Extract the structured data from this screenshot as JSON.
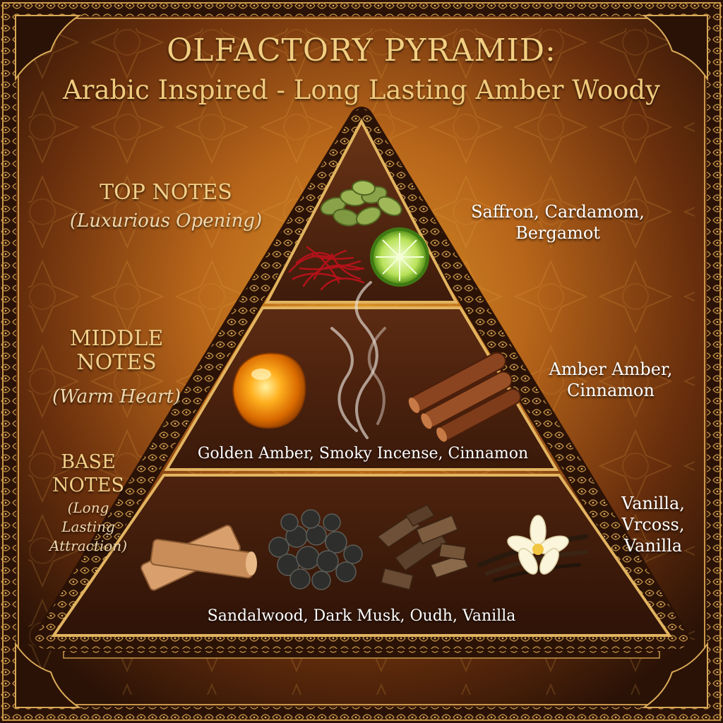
{
  "title": "OLFACTORY PYRAMID:",
  "subtitle": "Arabic Inspired - Long Lasting Amber Woody",
  "tiers": {
    "top": {
      "heading": "TOP NOTES",
      "subheading": "(Luxurious Opening)",
      "side_lines": [
        "Saffron, Cardamom,",
        "Bergamot"
      ]
    },
    "middle": {
      "heading_lines": [
        "MIDDLE",
        "NOTES"
      ],
      "subheading": "(Warm Heart)",
      "inner_label": "Golden Amber, Smoky Incense, Cinnamon",
      "side_lines": [
        "Amber Amber,",
        "Cinnamon"
      ]
    },
    "base": {
      "heading_lines": [
        "BASE",
        "NOTES"
      ],
      "subheading_lines": [
        "(Long",
        "Lasting",
        "Attraction)"
      ],
      "inner_label": "Sandalwood, Dark Musk, Oudh, Vanilla",
      "side_lines": [
        "Vanilla,",
        "Vrcoss,",
        "Vanilla"
      ]
    }
  },
  "ingredient_icons": {
    "top": [
      "cardamom-icon",
      "saffron-icon",
      "lime-icon"
    ],
    "middle": [
      "amber-icon",
      "incense-smoke-icon",
      "cinnamon-icon"
    ],
    "base": [
      "sandalwood-icon",
      "dark-musk-icon",
      "oudh-icon",
      "vanilla-icon"
    ]
  },
  "colors": {
    "background_glow": "#d68a1e",
    "background_dark": "#3a1a08",
    "gold": "#e0b25a",
    "pyramid_fill": "#4a2210",
    "title_text": "#f2cf82"
  }
}
